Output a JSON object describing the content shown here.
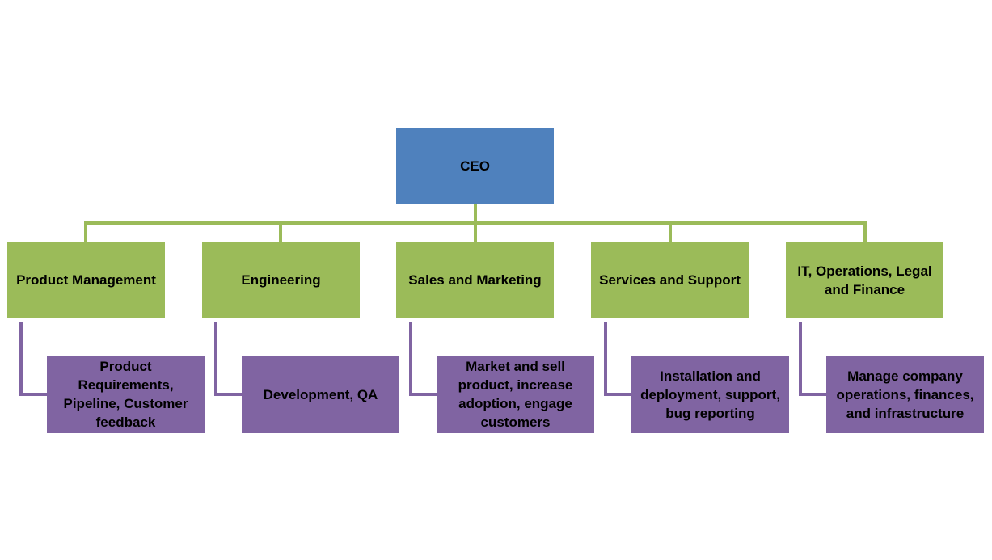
{
  "colors": {
    "ceo": "#4f81bd",
    "department": "#9bbb59",
    "responsibility": "#8064a2",
    "department_connector": "#9bbb59",
    "responsibility_connector": "#8064a2",
    "text": "#000000"
  },
  "ceo": {
    "label": "CEO"
  },
  "departments": [
    {
      "label": "Product Management",
      "responsibility": "Product Requirements, Pipeline, Customer feedback"
    },
    {
      "label": "Engineering",
      "responsibility": "Development, QA"
    },
    {
      "label": "Sales and Marketing",
      "responsibility": "Market and sell product, increase adoption, engage customers"
    },
    {
      "label": "Services and Support",
      "responsibility": "Installation and deployment, support, bug reporting"
    },
    {
      "label": "IT, Operations, Legal and Finance",
      "responsibility": "Manage company operations, finances, and infrastructure"
    }
  ]
}
